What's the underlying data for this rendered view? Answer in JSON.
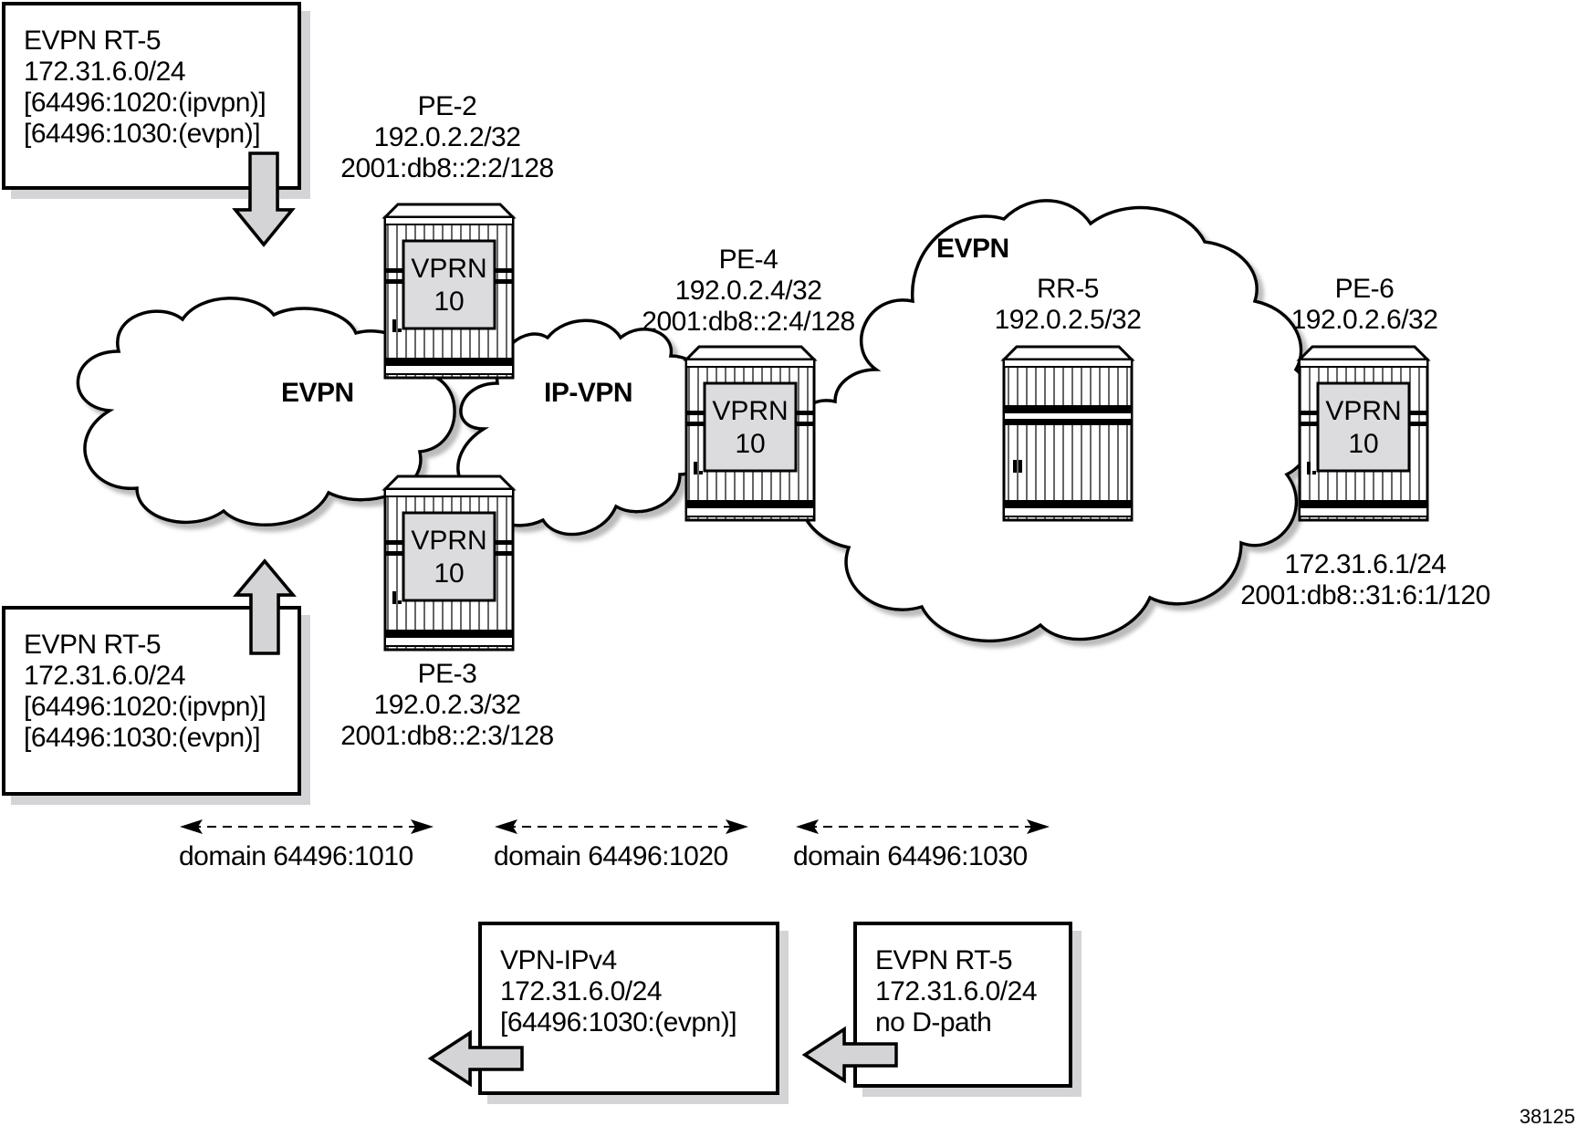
{
  "nodes": {
    "pe2": {
      "name": "PE-2",
      "ipv4": "192.0.2.2/32",
      "ipv6": "2001:db8::2:2/128",
      "service": [
        "VPRN",
        "10"
      ]
    },
    "pe3": {
      "name": "PE-3",
      "ipv4": "192.0.2.3/32",
      "ipv6": "2001:db8::2:3/128",
      "service": [
        "VPRN",
        "10"
      ]
    },
    "pe4": {
      "name": "PE-4",
      "ipv4": "192.0.2.4/32",
      "ipv6": "2001:db8::2:4/128",
      "service": [
        "VPRN",
        "10"
      ]
    },
    "rr5": {
      "name": "RR-5",
      "ipv4": "192.0.2.5/32"
    },
    "pe6": {
      "name": "PE-6",
      "ipv4": "192.0.2.6/32",
      "service": [
        "VPRN",
        "10"
      ],
      "vprn_ipv4": "172.31.6.1/24",
      "vprn_ipv6": "2001:db8::31:6:1/120"
    }
  },
  "clouds": {
    "left": "EVPN",
    "middle": "IP-VPN",
    "right": "EVPN"
  },
  "boxes": {
    "top_left": [
      "EVPN RT-5",
      "172.31.6.0/24",
      "[64496:1020:(ipvpn)]",
      "[64496:1030:(evpn)]"
    ],
    "bottom_left": [
      "EVPN RT-5",
      "172.31.6.0/24",
      "[64496:1020:(ipvpn)]",
      "[64496:1030:(evpn)]"
    ],
    "vpn_ipv4": [
      "VPN-IPv4",
      "172.31.6.0/24",
      "[64496:1030:(evpn)]"
    ],
    "evpn_rt5": [
      "EVPN RT-5",
      "172.31.6.0/24",
      "no D-path"
    ]
  },
  "domains": [
    "domain 64496:1010",
    "domain 64496:1020",
    "domain 64496:1030"
  ],
  "figure_id": "38125",
  "colors": {
    "arrow_fill": "#d4d4d6",
    "service_fill": "#dcdcde",
    "shadow": "#d4d4d6"
  }
}
